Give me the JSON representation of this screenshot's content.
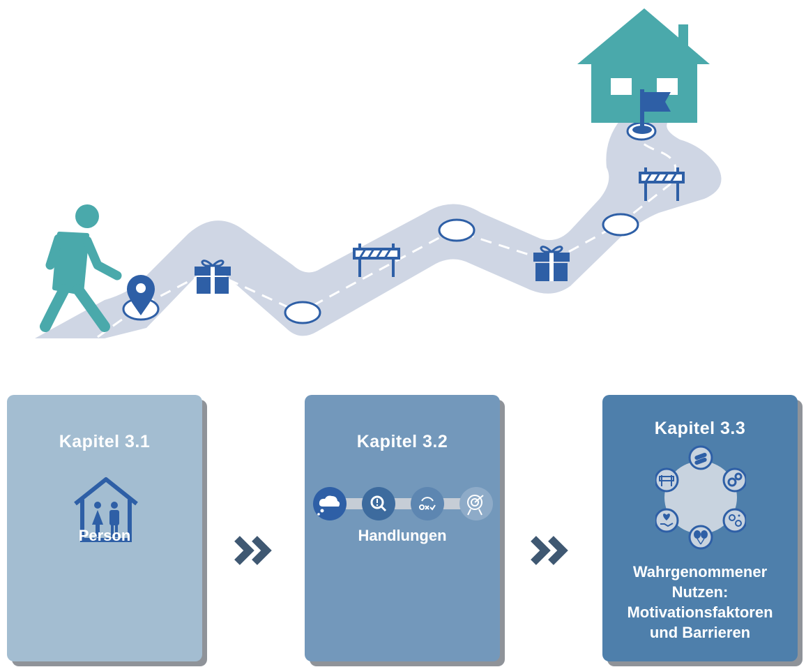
{
  "cards": [
    {
      "title": "Kapitel 3.1",
      "label": "Person"
    },
    {
      "title": "Kapitel 3.2",
      "label": "Handlungen"
    },
    {
      "title": "Kapitel 3.3",
      "label_lines": [
        "Wahrgenommener",
        "Nutzen:",
        "Motivationsfaktoren",
        "und Barrieren"
      ]
    }
  ],
  "colors": {
    "teal": "#4aa9ab",
    "road": "#cfd6e4",
    "blue": "#2e5fa6",
    "card1": "#a3bdd1",
    "card2": "#7398bb",
    "card3": "#4e7fab",
    "arrow": "#3f5872"
  },
  "icons": [
    "walking-person-icon",
    "location-pin-icon",
    "gift-icon",
    "barrier-icon",
    "house-icon",
    "flag-icon",
    "family-house-icon",
    "chevron-double-right-icon",
    "thought-cloud-icon",
    "magnifier-icon",
    "decision-icon",
    "target-icon",
    "pills-icon",
    "gears-icon",
    "people-network-icon",
    "balloons-icon",
    "heart-hand-icon"
  ]
}
